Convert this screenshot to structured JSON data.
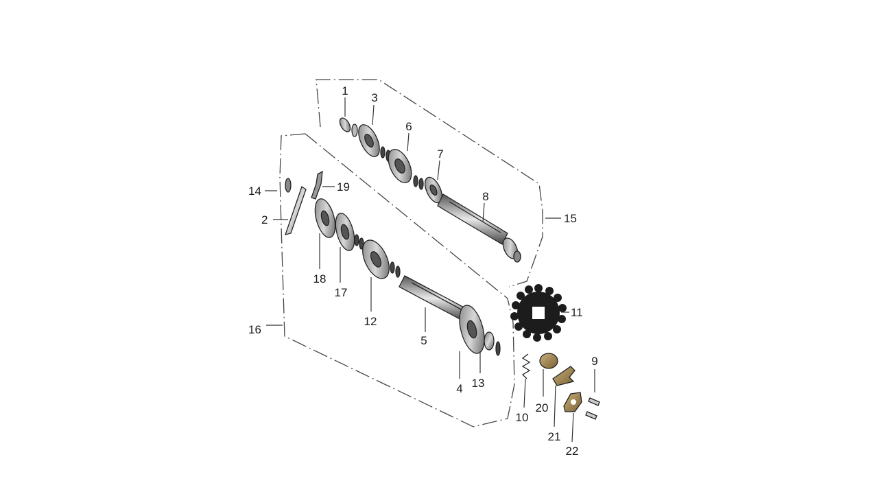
{
  "diagram": {
    "callouts": [
      "1",
      "2",
      "3",
      "4",
      "5",
      "6",
      "7",
      "8",
      "9",
      "10",
      "11",
      "12",
      "13",
      "14",
      "15",
      "16",
      "17",
      "18",
      "19",
      "20",
      "21",
      "22"
    ]
  },
  "colors": {
    "line": "#333333",
    "gear": "#4a4a4a",
    "sprocket": "#1c1c1c",
    "plate": "#9a8050"
  }
}
